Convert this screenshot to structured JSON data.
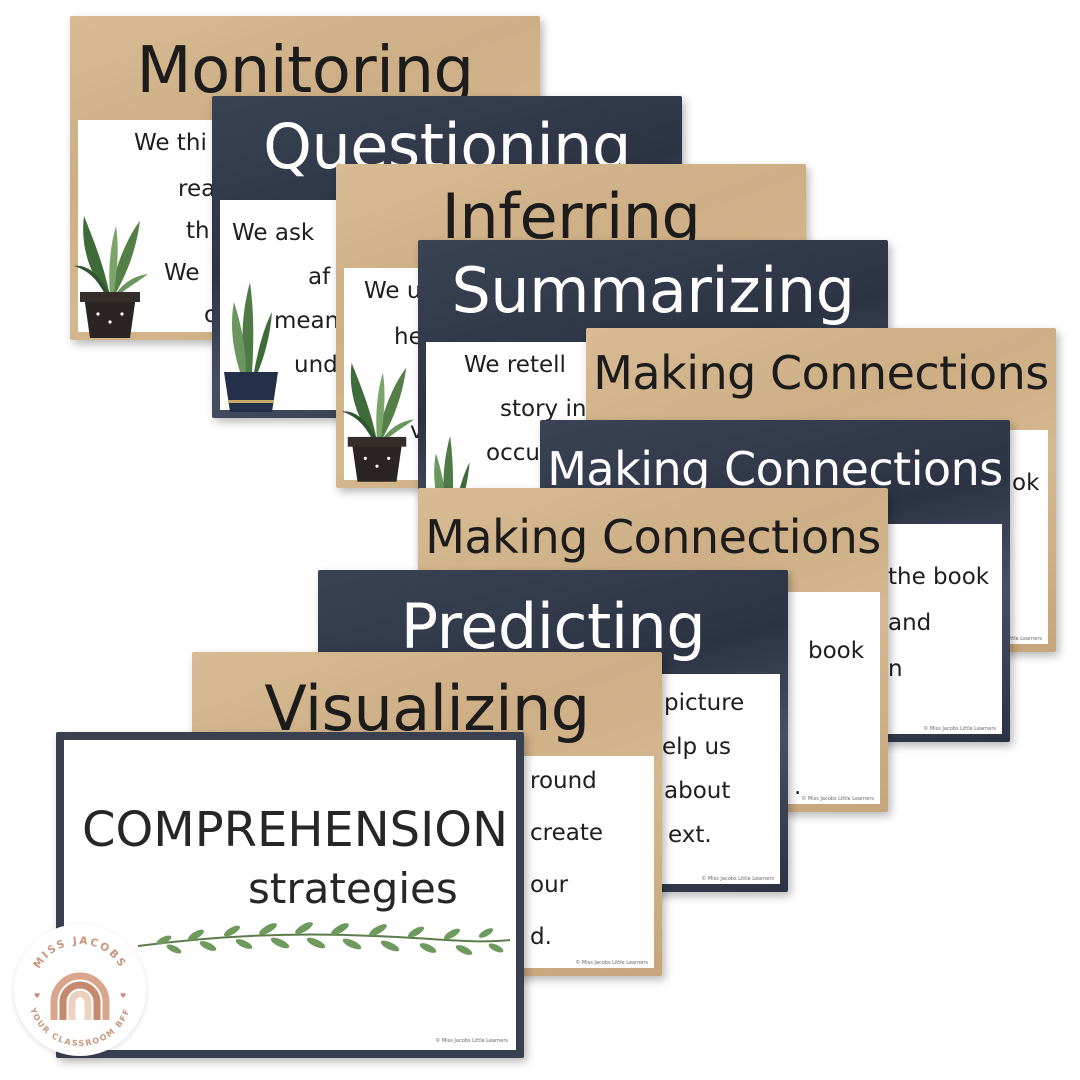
{
  "cards": {
    "monitoring": {
      "title": "Monitoring",
      "lines": [
        "We thi",
        "rea",
        "th",
        "We",
        "o"
      ]
    },
    "questioning": {
      "title": "Questioning",
      "lines": [
        "We ask",
        "af",
        "mean",
        "und"
      ]
    },
    "inferring": {
      "title": "Inferring",
      "lines": [
        "We u",
        "hel",
        "v"
      ]
    },
    "summarizing": {
      "title": "Summarizing",
      "lines": [
        "We retell",
        "story in",
        "occu"
      ]
    },
    "connections_1": {
      "title": "Making Connections",
      "lines": [
        "ok"
      ]
    },
    "connections_2": {
      "title": "Making Connections",
      "lines": [
        "the book",
        "and",
        "n"
      ]
    },
    "connections_3": {
      "title": "Making Connections",
      "lines": [
        "book",
        "."
      ]
    },
    "predicting": {
      "title": "Predicting",
      "lines": [
        "picture",
        "elp us",
        "about",
        "ext."
      ]
    },
    "visualizing": {
      "title": "Visualizing",
      "lines": [
        "round",
        "create",
        "our",
        "d."
      ]
    }
  },
  "cover": {
    "title_main": "COMPREHENSION",
    "title_sub": "strategies"
  },
  "copyright": "© Miss Jacobs Little Learners",
  "logo": {
    "top_text": "MISS JACOBS",
    "bottom_text": "YOUR CLASSROOM BFF"
  },
  "colors": {
    "tan": "#d2b48c",
    "navy": "#323a4a",
    "logo": "#c9967c"
  }
}
